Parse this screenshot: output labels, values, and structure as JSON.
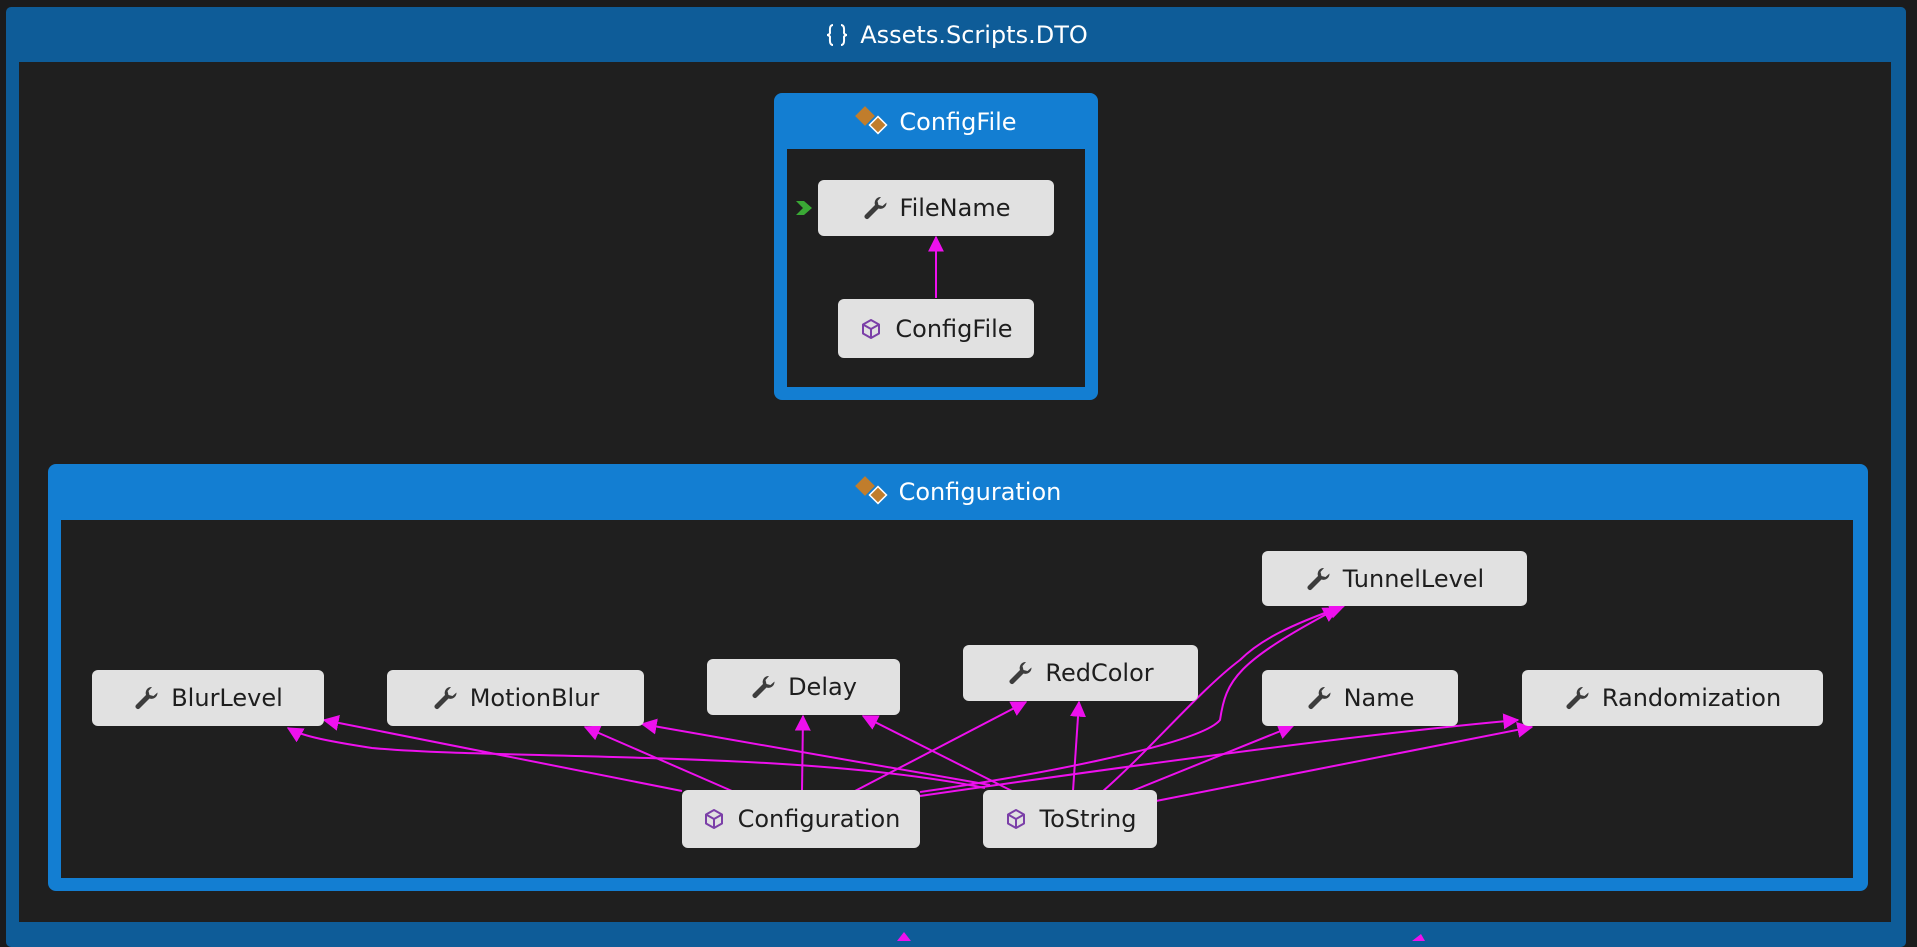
{
  "namespace": {
    "title": "Assets.Scripts.DTO",
    "icon": "namespace-braces-icon"
  },
  "colors": {
    "frame": "#0e5c98",
    "group": "#137ed2",
    "canvas": "#1f1f1f",
    "node": "#e1e1e1",
    "edge": "#ee10ee",
    "class_icon": "#c07d2c",
    "method_icon": "#7b3fa8",
    "entry_marker": "#3aa935"
  },
  "groups": [
    {
      "id": "configfile",
      "title": "ConfigFile",
      "icon": "class-icon",
      "members": [
        {
          "id": "FileName",
          "label": "FileName",
          "kind": "property",
          "icon": "wrench-icon"
        },
        {
          "id": "ConfigFileCtor",
          "label": "ConfigFile",
          "kind": "method",
          "icon": "cube-method-icon"
        }
      ]
    },
    {
      "id": "configuration",
      "title": "Configuration",
      "icon": "class-icon",
      "members": [
        {
          "id": "TunnelLevel",
          "label": "TunnelLevel",
          "kind": "property",
          "icon": "wrench-icon"
        },
        {
          "id": "BlurLevel",
          "label": "BlurLevel",
          "kind": "property",
          "icon": "wrench-icon"
        },
        {
          "id": "MotionBlur",
          "label": "MotionBlur",
          "kind": "property",
          "icon": "wrench-icon"
        },
        {
          "id": "Delay",
          "label": "Delay",
          "kind": "property",
          "icon": "wrench-icon"
        },
        {
          "id": "RedColor",
          "label": "RedColor",
          "kind": "property",
          "icon": "wrench-icon"
        },
        {
          "id": "Name",
          "label": "Name",
          "kind": "property",
          "icon": "wrench-icon"
        },
        {
          "id": "Randomization",
          "label": "Randomization",
          "kind": "property",
          "icon": "wrench-icon"
        },
        {
          "id": "ConfigurationCtor",
          "label": "Configuration",
          "kind": "method",
          "icon": "cube-method-icon"
        },
        {
          "id": "ToString",
          "label": "ToString",
          "kind": "method",
          "icon": "cube-method-icon"
        }
      ]
    }
  ],
  "edges": [
    {
      "from": "ConfigFileCtor",
      "to": "FileName"
    },
    {
      "from": "ConfigurationCtor",
      "to": "BlurLevel"
    },
    {
      "from": "ConfigurationCtor",
      "to": "MotionBlur"
    },
    {
      "from": "ConfigurationCtor",
      "to": "Delay"
    },
    {
      "from": "ConfigurationCtor",
      "to": "RedColor"
    },
    {
      "from": "ConfigurationCtor",
      "to": "TunnelLevel"
    },
    {
      "from": "ConfigurationCtor",
      "to": "Randomization"
    },
    {
      "from": "ToString",
      "to": "BlurLevel"
    },
    {
      "from": "ToString",
      "to": "MotionBlur"
    },
    {
      "from": "ToString",
      "to": "Delay"
    },
    {
      "from": "ToString",
      "to": "RedColor"
    },
    {
      "from": "ToString",
      "to": "TunnelLevel"
    },
    {
      "from": "ToString",
      "to": "Name"
    },
    {
      "from": "ToString",
      "to": "Randomization"
    }
  ]
}
